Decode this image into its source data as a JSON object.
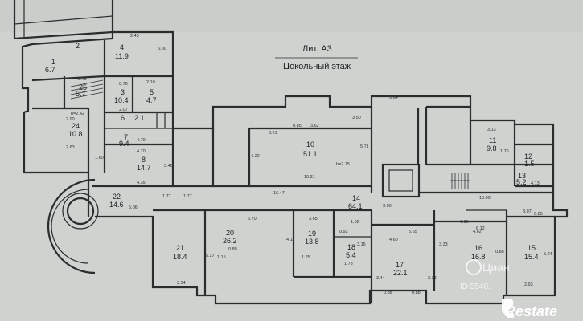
{
  "title": {
    "line1": "Лит. А3",
    "line2": "Цокольный этаж"
  },
  "rooms": [
    {
      "id": "r1",
      "num": "1",
      "area": "6.7"
    },
    {
      "id": "r2",
      "num": "2",
      "area": ""
    },
    {
      "id": "r3",
      "num": "3",
      "area": "10.4"
    },
    {
      "id": "r4",
      "num": "4",
      "area": "11.9"
    },
    {
      "id": "r5",
      "num": "5",
      "area": "4.7"
    },
    {
      "id": "r6",
      "num": "6",
      "area": "2.1"
    },
    {
      "id": "r7",
      "num": "7",
      "area": "9.4"
    },
    {
      "id": "r8",
      "num": "8",
      "area": "14.7"
    },
    {
      "id": "r10",
      "num": "10",
      "area": "51.1"
    },
    {
      "id": "r11",
      "num": "11",
      "area": "9.8"
    },
    {
      "id": "r12",
      "num": "12",
      "area": "1.5"
    },
    {
      "id": "r13",
      "num": "13",
      "area": "5.2"
    },
    {
      "id": "r14",
      "num": "14",
      "area": "64.1"
    },
    {
      "id": "r15",
      "num": "15",
      "area": "15.4"
    },
    {
      "id": "r16",
      "num": "16",
      "area": "16.8"
    },
    {
      "id": "r17",
      "num": "17",
      "area": "22.1"
    },
    {
      "id": "r18",
      "num": "18",
      "area": "5.4"
    },
    {
      "id": "r19",
      "num": "19",
      "area": "13.8"
    },
    {
      "id": "r20",
      "num": "20",
      "area": "26.2"
    },
    {
      "id": "r21",
      "num": "21",
      "area": "18.4"
    },
    {
      "id": "r22",
      "num": "22",
      "area": "14.6"
    },
    {
      "id": "r24",
      "num": "24",
      "area": "10.8"
    },
    {
      "id": "r25",
      "num": "25",
      "area": "5.7"
    }
  ],
  "dimensions": [
    "2.43",
    "5.00",
    "2.75",
    "0.76",
    "2.07",
    "2.10",
    "4.79",
    "4.70",
    "3.46",
    "4.35",
    "2.90",
    "2.63",
    "1.60",
    "1.77",
    "1.77",
    "5.06",
    "6.70",
    "3.65",
    "5.65",
    "6.36",
    "3.07",
    "4.62",
    "4.60",
    "3.21",
    "3.62",
    "3.50",
    "4.22",
    "5.71",
    "10.31",
    "16.47",
    "10.00",
    "4.13",
    "3.13",
    "1.76",
    "0.85",
    "h=2.75",
    "h=2.42",
    "3.54",
    "5.27",
    "1.15",
    "0.88",
    "4.11",
    "1.25",
    "1.73",
    "0.92",
    "3.15",
    "6.12",
    "3.33",
    "0.88",
    "0.85",
    "2.93",
    "5.24",
    "3.44",
    "2.33",
    "0.88",
    "0.88",
    "1.52",
    "3.00",
    "5.64"
  ],
  "watermark": {
    "cian_text": "Циан",
    "cian_id": "ID 5540.",
    "brand": "Restate"
  },
  "colors": {
    "paper": "#cfd2cf",
    "ink": "#2a2d2e",
    "watermark": "#ffffff"
  }
}
